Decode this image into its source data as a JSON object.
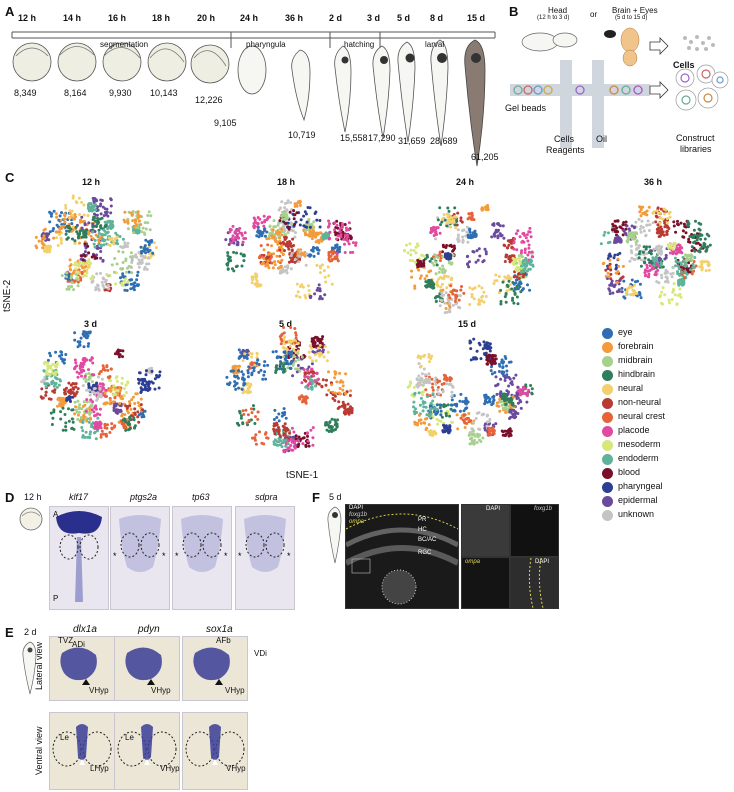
{
  "panelA": {
    "label": "A",
    "timepoints": [
      "12 h",
      "14 h",
      "16 h",
      "18 h",
      "20 h",
      "24 h",
      "36 h",
      "2 d",
      "3 d",
      "5 d",
      "8 d",
      "15 d"
    ],
    "cell_counts": [
      "8,349",
      "8,164",
      "9,930",
      "10,143",
      "12,226",
      "9,105",
      "10,719",
      "15,558",
      "17,290",
      "31,659",
      "28,689",
      "61,205"
    ],
    "stages": [
      "segmentation",
      "pharyngula",
      "hatching",
      "larval"
    ]
  },
  "panelB": {
    "label": "B",
    "head_text": "Head",
    "head_range": "(12 h to 3 d)",
    "or_text": "or",
    "brain_text": "Brain + Eyes",
    "brain_range": "(5 d to 15 d)",
    "cells_text": "Cells",
    "gel_beads": "Gel beads",
    "cells_reagents_1": "Cells",
    "cells_reagents_2": "Reagents",
    "oil": "Oil",
    "construct_1": "Construct",
    "construct_2": "libraries"
  },
  "panelC": {
    "label": "C",
    "plots": [
      "12 h",
      "18 h",
      "24 h",
      "36 h",
      "3 d",
      "5 d",
      "15 d"
    ],
    "xlabel": "tSNE-1",
    "ylabel": "tSNE-2",
    "legend": [
      {
        "name": "eye",
        "color": "#2f6eb3"
      },
      {
        "name": "forebrain",
        "color": "#f39a3a"
      },
      {
        "name": "midbrain",
        "color": "#a8d08d"
      },
      {
        "name": "hindbrain",
        "color": "#2e7d5b"
      },
      {
        "name": "neural",
        "color": "#f2d06b"
      },
      {
        "name": "non-neural",
        "color": "#b93a32"
      },
      {
        "name": "neural crest",
        "color": "#e6633a"
      },
      {
        "name": "placode",
        "color": "#e14aa0"
      },
      {
        "name": "mesoderm",
        "color": "#d6e879"
      },
      {
        "name": "endoderm",
        "color": "#5fb39a"
      },
      {
        "name": "blood",
        "color": "#7a0f2a"
      },
      {
        "name": "pharyngeal",
        "color": "#2c3f93"
      },
      {
        "name": "epidermal",
        "color": "#6a4a9c"
      },
      {
        "name": "unknown",
        "color": "#c4c4c4"
      }
    ]
  },
  "panelD": {
    "label": "D",
    "time": "12 h",
    "genes": [
      "klf17",
      "ptgs2a",
      "tp63",
      "sdpra"
    ],
    "axis_a": "A",
    "axis_p": "P"
  },
  "panelE": {
    "label": "E",
    "time": "2 d",
    "genes": [
      "dlx1a",
      "pdyn",
      "sox1a"
    ],
    "lateral_view": "Lateral view",
    "ventral_view": "Ventral view",
    "tvz": "TVZ",
    "adi": "ADi",
    "afb": "AFb",
    "vdi": "VDi",
    "vhyp": "VHyp",
    "lhyp": "LHyp",
    "le": "Le"
  },
  "panelF": {
    "label": "F",
    "time": "5 d",
    "dapi": "DAPI",
    "foxg1b": "foxg1b",
    "ompa": "ompa",
    "pr": "PR",
    "hc": "HC",
    "bcac": "BC/AC",
    "rgc": "RGC"
  }
}
